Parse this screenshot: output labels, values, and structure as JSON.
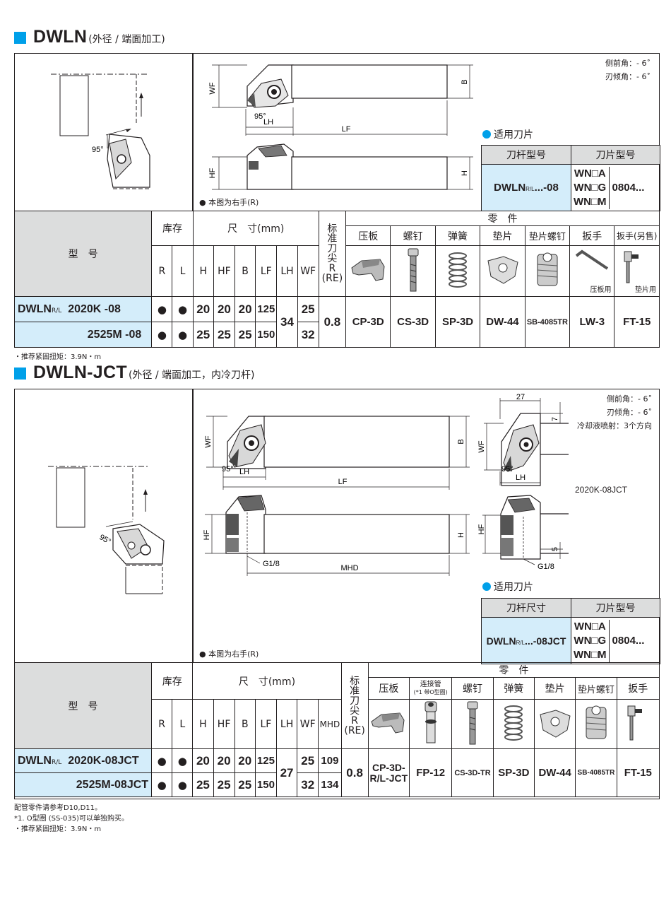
{
  "section1": {
    "title": "DWLN",
    "subtitle": "(外径 / 端面加工)",
    "angles": [
      "侧前角：- 6˚",
      "刃倾角：- 6˚"
    ],
    "right_hand_note": "本图为右手(R)",
    "dims": {
      "wf": "WF",
      "b": "B",
      "lh": "LH",
      "lf": "LF",
      "hf": "HF",
      "h": "H",
      "angle95": "95°"
    },
    "insert_title": "适用刀片",
    "insert_table": {
      "headers": [
        "刀杆型号",
        "刀片型号"
      ],
      "holder": "DWLN",
      "holder_suffix": "...-08",
      "grades": [
        "WN□A",
        "WN□G",
        "WN□M"
      ],
      "insert": "0804..."
    },
    "table": {
      "model_header": "型　号",
      "stock_header": "库存",
      "dim_header": "尺　寸(mm)",
      "nose_header": [
        "标",
        "准",
        "刀",
        "尖",
        "R",
        "(RE)"
      ],
      "parts_header": "零　件",
      "sub_headers": [
        "R",
        "L",
        "H",
        "HF",
        "B",
        "LF",
        "LH",
        "WF"
      ],
      "parts_names": [
        "压板",
        "螺钉",
        "弹簧",
        "垫片",
        "垫片螺钉",
        "扳手",
        "扳手(另售)"
      ],
      "parts_pic_labels": {
        "wrench1": "压板用",
        "wrench2": "垫片用"
      },
      "model_prefix": "DWLN",
      "rows": [
        {
          "model": "2020K -08",
          "r": "●",
          "l": "●",
          "h": "20",
          "hf": "20",
          "b": "20",
          "lf": "125",
          "wf": "25"
        },
        {
          "model": "2525M -08",
          "r": "●",
          "l": "●",
          "h": "25",
          "hf": "25",
          "b": "25",
          "lf": "150",
          "wf": "32"
        }
      ],
      "lh": "34",
      "re": "0.8",
      "parts": [
        "CP-3D",
        "CS-3D",
        "SP-3D",
        "DW-44",
        "SB-4085TR",
        "LW-3",
        "FT-15"
      ]
    },
    "torque_note": "・推荐紧固扭矩：3.9N・m"
  },
  "section2": {
    "title": "DWLN-JCT",
    "subtitle": "(外径 / 端面加工，内冷刀杆)",
    "angles": [
      "侧前角：- 6˚",
      "刃倾角：- 6˚",
      "冷却液喷射：3个方向"
    ],
    "right_hand_note": "本图为右手(R)",
    "dims": {
      "wf": "WF",
      "b": "B",
      "lh": "LH",
      "lf": "LF",
      "hf": "HF",
      "h": "H",
      "g18": "G1/8",
      "mhd": "MHD",
      "d27": "27",
      "d7": "7",
      "d5": "5",
      "angle95": "95°"
    },
    "side_label": "2020K-08JCT",
    "insert_title": "适用刀片",
    "insert_table": {
      "headers": [
        "刀杆尺寸",
        "刀片型号"
      ],
      "holder": "DWLN",
      "holder_suffix": "...-08JCT",
      "grades": [
        "WN□A",
        "WN□G",
        "WN□M"
      ],
      "insert": "0804..."
    },
    "table": {
      "model_header": "型　号",
      "stock_header": "库存",
      "dim_header": "尺　寸(mm)",
      "nose_header": [
        "标",
        "准",
        "刀",
        "尖",
        "R",
        "(RE)"
      ],
      "parts_header": "零　件",
      "sub_headers": [
        "R",
        "L",
        "H",
        "HF",
        "B",
        "LF",
        "LH",
        "WF",
        "MHD"
      ],
      "parts_names": [
        "压板",
        "连接管",
        "螺钉",
        "弹簧",
        "垫片",
        "垫片螺钉",
        "扳手"
      ],
      "connector_note": "(*1 带O型圈)",
      "model_prefix": "DWLN",
      "rows": [
        {
          "model": "2020K-08JCT",
          "r": "●",
          "l": "●",
          "h": "20",
          "hf": "20",
          "b": "20",
          "lf": "125",
          "wf": "25",
          "mhd": "109"
        },
        {
          "model": "2525M-08JCT",
          "r": "●",
          "l": "●",
          "h": "25",
          "hf": "25",
          "b": "25",
          "lf": "150",
          "wf": "32",
          "mhd": "134"
        }
      ],
      "lh": "27",
      "re": "0.8",
      "parts": [
        "CP-3D-",
        "R/L-JCT",
        "FP-12",
        "CS-3D-TR",
        "SP-3D",
        "DW-44",
        "SB-4085TR",
        "FT-15"
      ]
    },
    "notes": [
      "配管零件请参考D10,D11。",
      "*1. O型圈 (SS-035)可以单独购买。",
      "・推荐紧固扭矩：3.9N・m"
    ]
  },
  "colors": {
    "accent": "#00a0e9",
    "header_gray": "#dcdddd",
    "row_blue": "#d4edfa",
    "text": "#231f20"
  }
}
